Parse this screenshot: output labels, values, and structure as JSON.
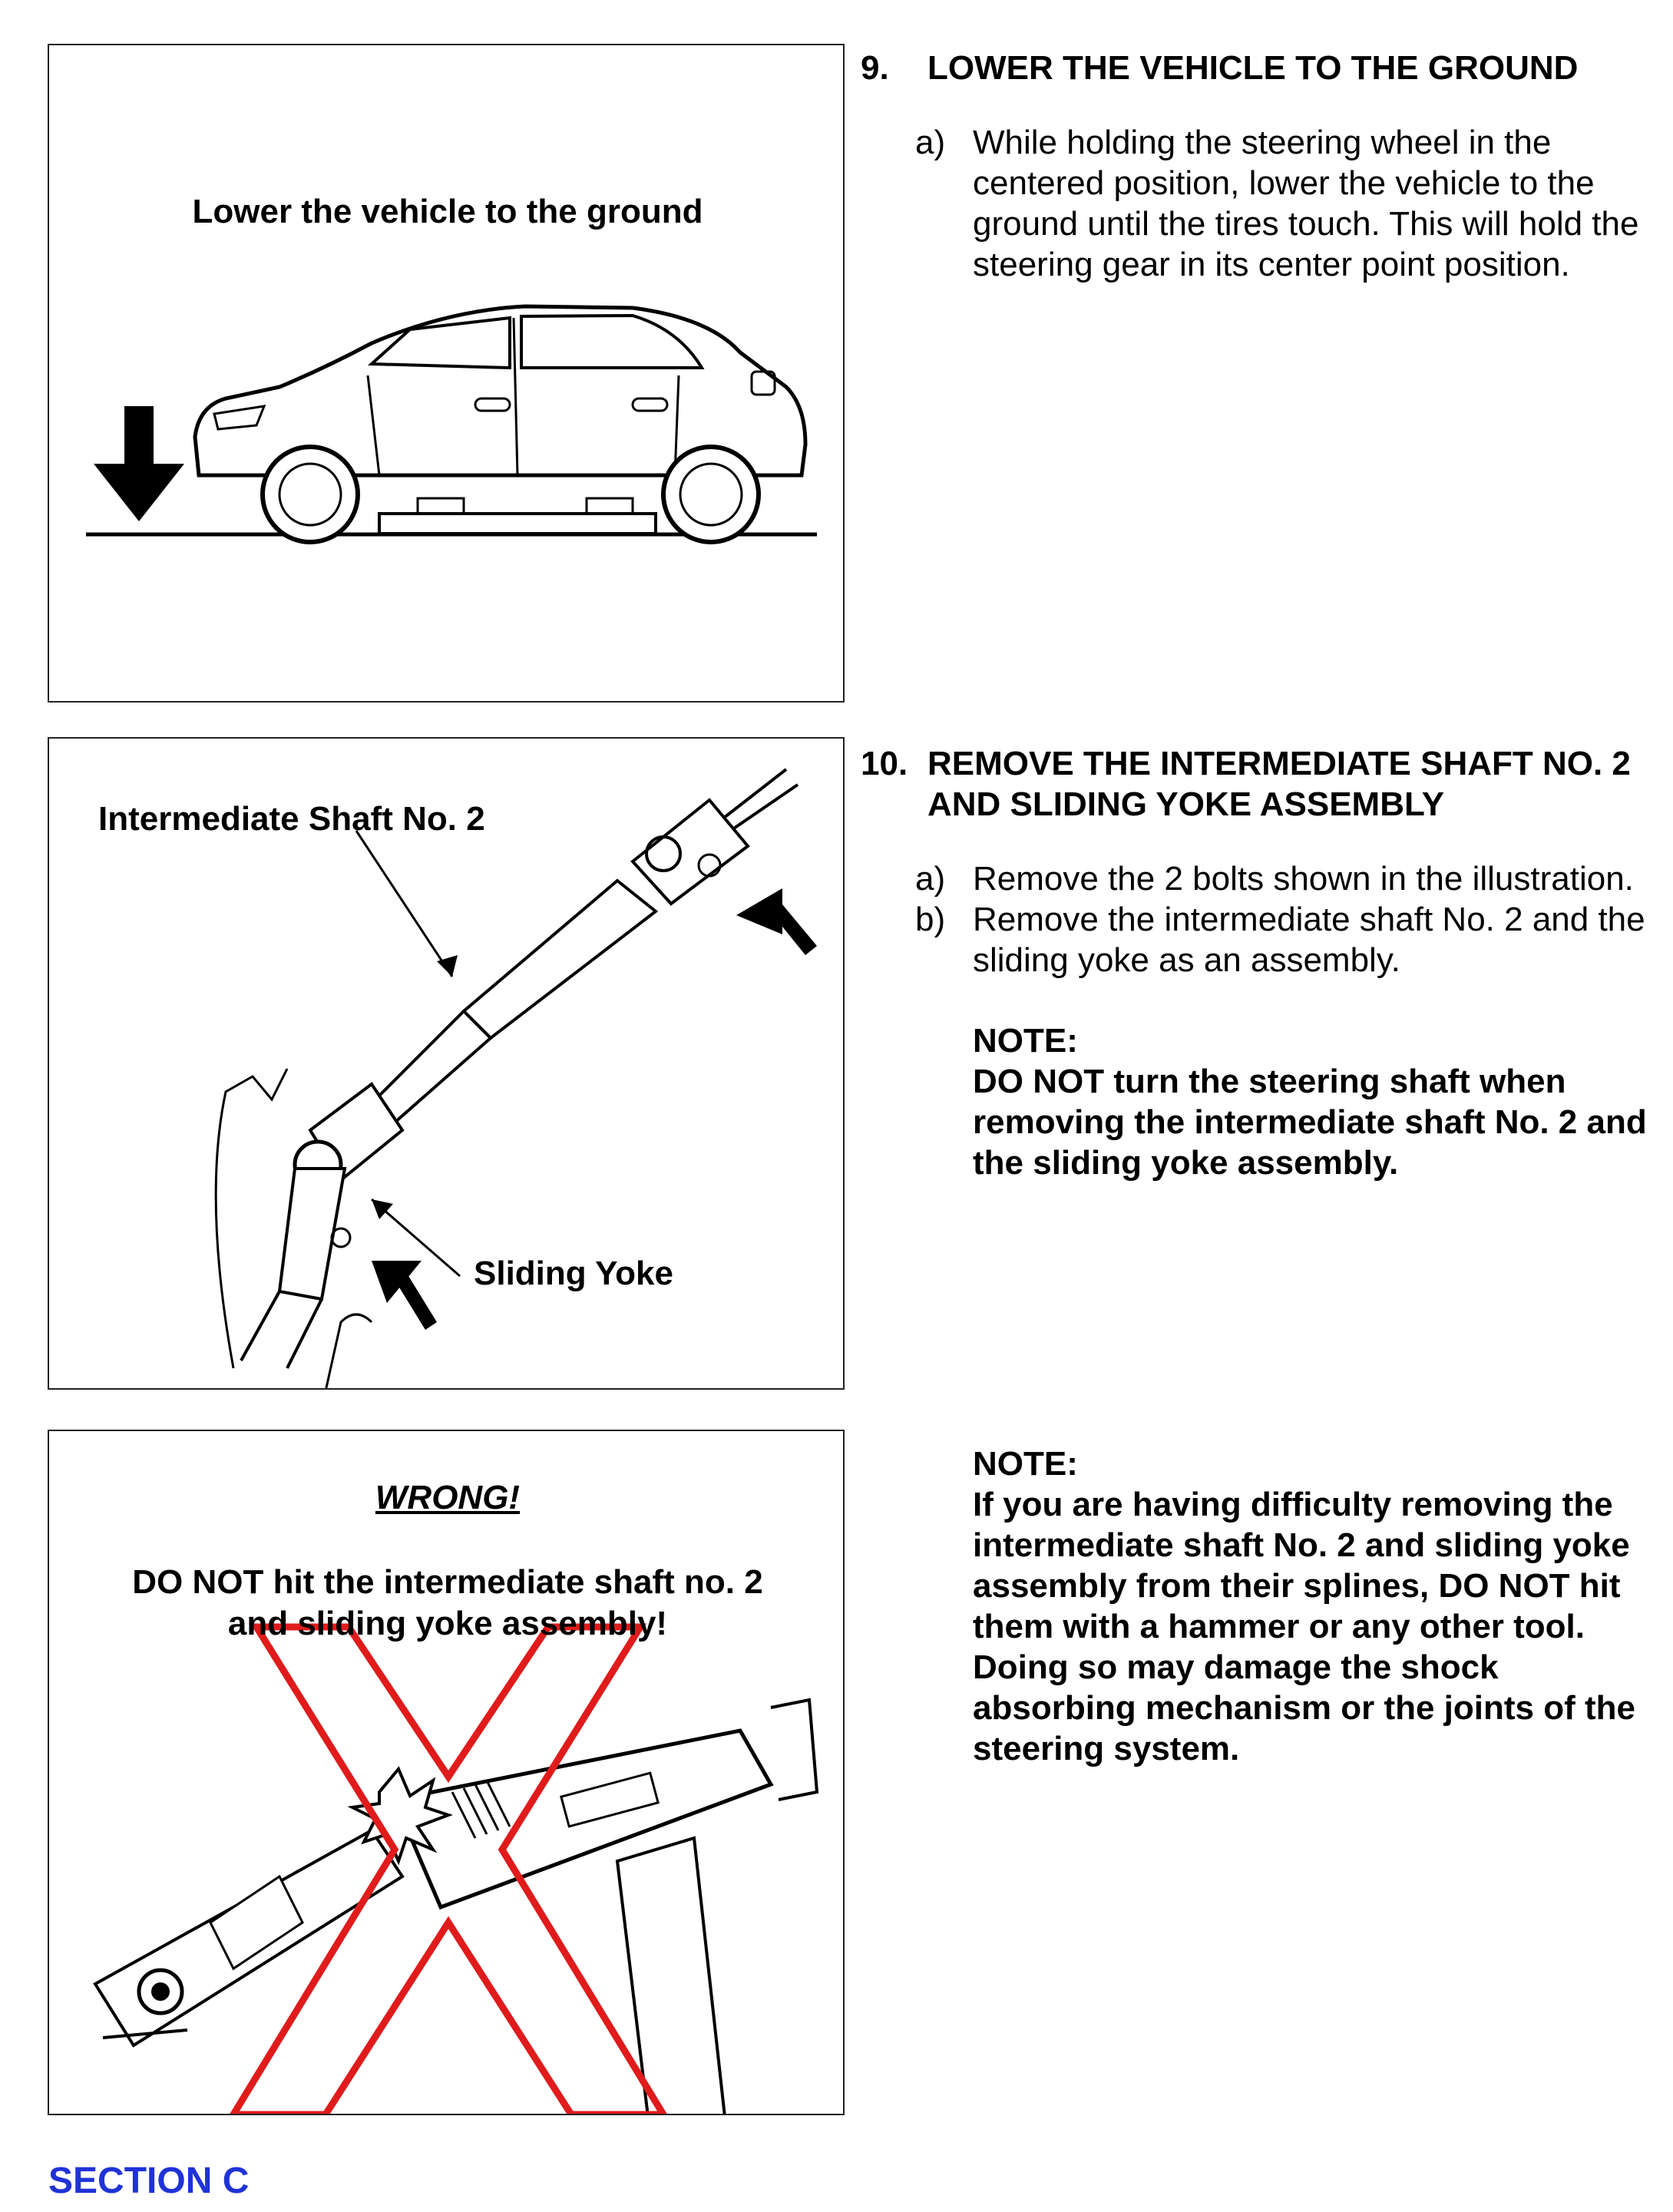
{
  "panels": {
    "lower": {
      "caption": "Lower the vehicle to the ground"
    },
    "shaft": {
      "label_shaft": "Intermediate Shaft No. 2",
      "label_yoke": "Sliding Yoke"
    },
    "wrong": {
      "title": "WRONG!",
      "caption_line1": "DO NOT hit the intermediate shaft no. 2",
      "caption_line2": "and sliding yoke assembly!",
      "x_color": "#e01b1b"
    }
  },
  "steps": {
    "s9": {
      "number": "9.",
      "title": "LOWER THE VEHICLE TO THE GROUND",
      "a_letter": "a)",
      "a_text": "While holding the steering wheel in the centered position, lower the vehicle to the ground until the tires touch. This will hold the steering gear in its center point position."
    },
    "s10": {
      "number": "10.",
      "title": "REMOVE THE INTERMEDIATE SHAFT NO. 2 AND SLIDING YOKE ASSEMBLY",
      "a_letter": "a)",
      "a_text": "Remove the 2 bolts shown in the illustration.",
      "b_letter": "b)",
      "b_text": "Remove the intermediate shaft No. 2 and the sliding yoke as an assembly.",
      "note_label": "NOTE:",
      "note_text": "DO NOT turn the steering shaft when removing the intermediate shaft No. 2 and the sliding yoke assembly."
    },
    "note2": {
      "label": "NOTE:",
      "text": "If you are having difficulty removing the intermediate shaft No. 2 and sliding yoke assembly from their splines, DO NOT hit them with a hammer or any other tool. Doing so may damage the shock absorbing mechanism or the joints of the steering system."
    }
  },
  "footer": {
    "section": "SECTION C",
    "section_color": "#1f33d6"
  }
}
